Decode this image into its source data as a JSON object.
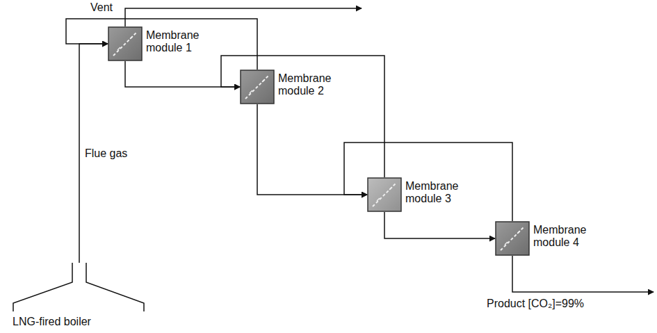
{
  "diagram": {
    "nodes": [
      {
        "text": [
          "Membrane module 1"
        ]
      },
      {
        "text": [
          "Membrane module 2"
        ]
      },
      {
        "text": [
          "Membrane module 3"
        ]
      },
      {
        "text": [
          "Membrane module 4"
        ]
      },
      {
        "text": [
          "LNG-fired boiler"
        ]
      }
    ],
    "edges": [
      {
        "from": 4,
        "to": 0,
        "arrow": "to",
        "label": "Flue gas"
      },
      {
        "from": 0,
        "to": 1,
        "arrow": "to"
      },
      {
        "from": 1,
        "to": 0,
        "arrow": "to"
      },
      {
        "from": 1,
        "to": 2,
        "arrow": "to"
      },
      {
        "from": 2,
        "to": 1,
        "arrow": "to"
      },
      {
        "from": 2,
        "to": 3,
        "arrow": "to"
      },
      {
        "from": 3,
        "to": 2,
        "arrow": "to"
      }
    ],
    "labels": [
      "Vent",
      "Product [CO₂]=99%"
    ]
  }
}
